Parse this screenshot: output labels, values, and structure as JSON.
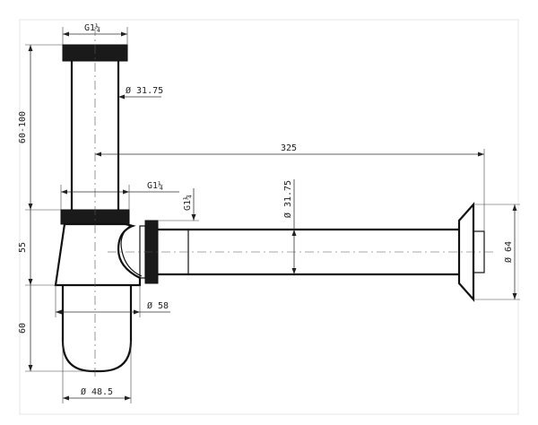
{
  "dimensions": {
    "top_thread": "G1¼",
    "tube_diameter_vertical": "Ø 31.75",
    "tailpiece_length_range": "60-100",
    "outlet_length": "325",
    "body_thread": "G1¼",
    "side_thread": "G1¼",
    "tube_diameter_horizontal": "Ø 31.75",
    "body_height": "55",
    "body_diameter": "Ø 58",
    "cup_height": "60",
    "cup_diameter": "Ø 48.5",
    "flange_diameter": "Ø 64"
  },
  "colors": {
    "line": "#111111",
    "dimension": "#333333",
    "background": "#ffffff"
  }
}
